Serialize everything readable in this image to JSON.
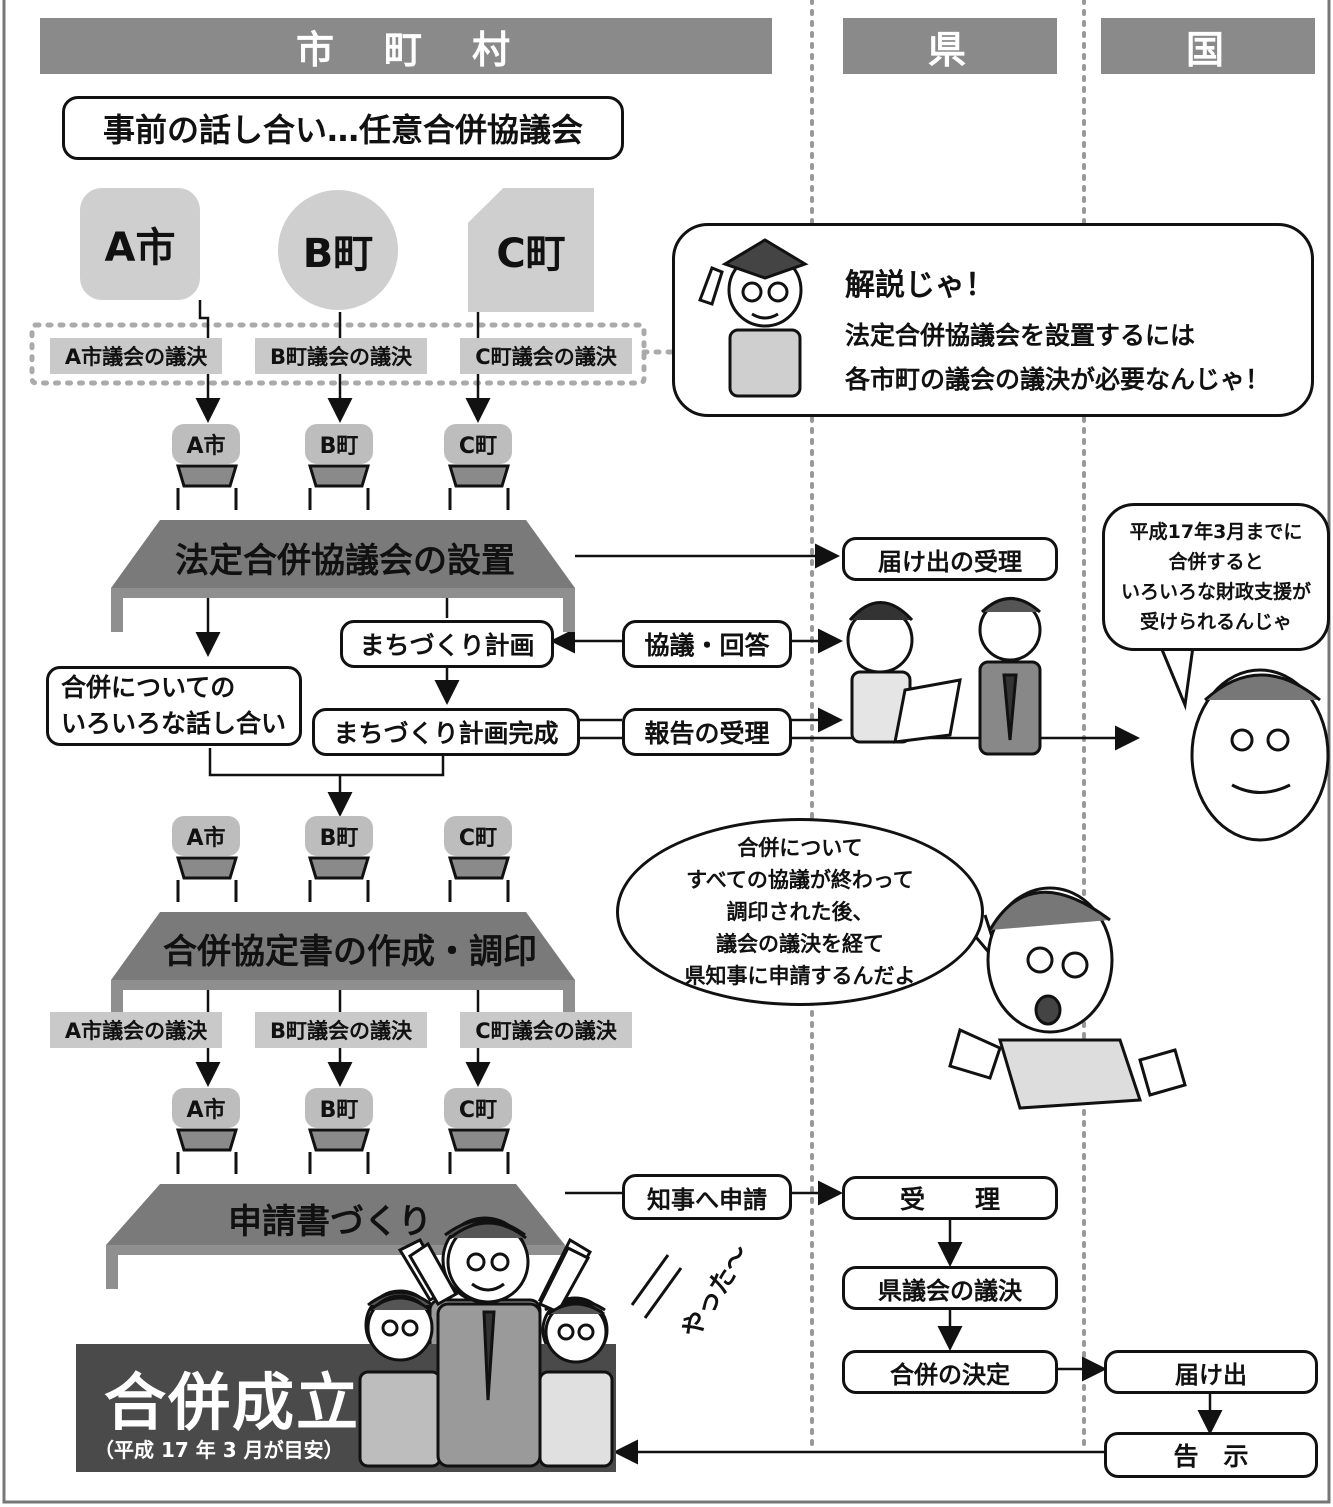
{
  "columns": {
    "municipality": "市　町　村",
    "prefecture": "県",
    "nation": "国"
  },
  "preliminary": "事前の話し合い…任意合併協議会",
  "municipalities": {
    "a": "A市",
    "b": "B町",
    "c": "C町"
  },
  "council_votes": {
    "a": "A市議会の議決",
    "b": "B町議会の議決",
    "c": "C町議会の議決"
  },
  "seat_labels": {
    "a": "A市",
    "b": "B町",
    "c": "C町"
  },
  "explain_bubble": {
    "title": "解説じゃ！",
    "line1": "法定合併協議会を設置するには",
    "line2": "各市町の議会の議決が必要なんじゃ！"
  },
  "council_setup": "法定合併協議会の設置",
  "notification_receipt": "届け出の受理",
  "town_plan": "まちづくり計画",
  "consult_answer": "協議・回答",
  "merger_discussion": {
    "line1": "合併についての",
    "line2": "いろいろな話し合い"
  },
  "town_plan_done": "まちづくり計画完成",
  "report_receipt": "報告の受理",
  "finance_bubble": {
    "line1": "平成17年3月までに",
    "line2": "合併すると",
    "line3": "いろいろな財政支援が",
    "line4": "受けられるんじゃ"
  },
  "agreement": "合併協定書の作成・調印",
  "agreement_bubble": {
    "line1": "合併について",
    "line2": "すべての協議が終わって",
    "line3": "調印された後、",
    "line4": "議会の議決を経て",
    "line5": "県知事に申請するんだよ"
  },
  "application_prep": "申請書づくり",
  "apply_governor": "知事へ申請",
  "receipt": "受　　理",
  "pref_vote": "県議会の議決",
  "merger_decision": "合併の決定",
  "notification": "届け出",
  "proclamation": "告　示",
  "cheer": "やった〜",
  "established": {
    "title": "合併成立",
    "subtitle": "（平成 17 年 3 月が目安）"
  }
}
